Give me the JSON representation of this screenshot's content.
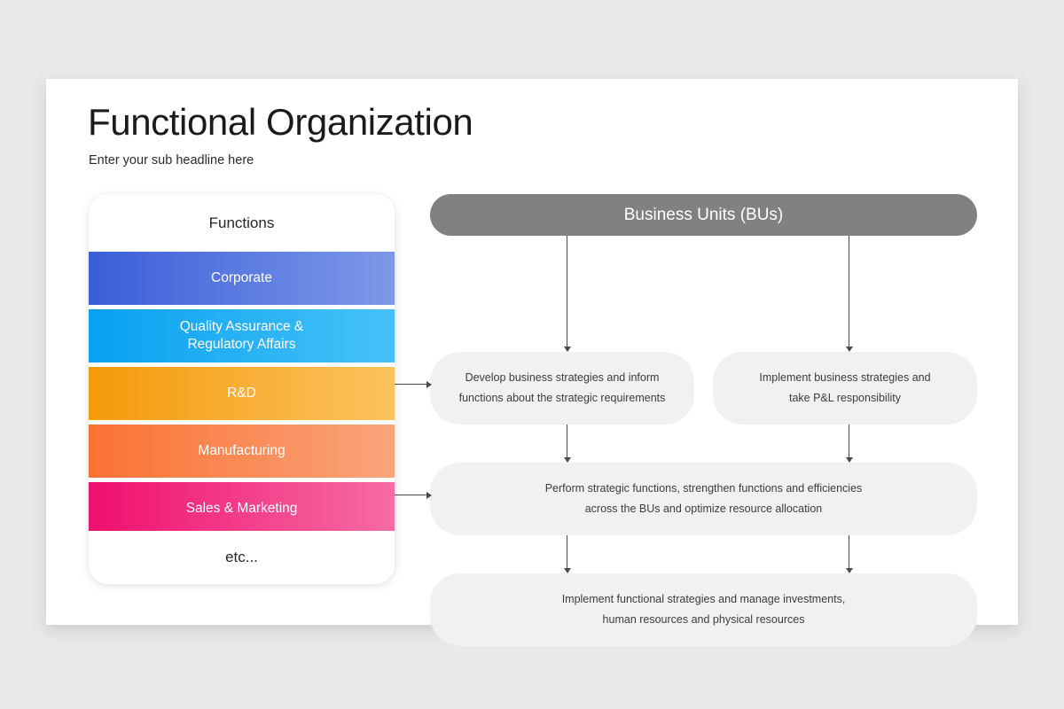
{
  "slide": {
    "title": "Functional Organization",
    "subtitle": "Enter your sub headline here"
  },
  "functions_panel": {
    "header": "Functions",
    "footer": "etc...",
    "items": [
      {
        "label": "Corporate",
        "color_from": "#3a5ed8",
        "color_to": "#7e98e9"
      },
      {
        "label": "Quality Assurance &\nRegulatory Affairs",
        "line1": "Quality Assurance &",
        "line2": "Regulatory Affairs",
        "color_from": "#07a1f0",
        "color_to": "#47c2f8"
      },
      {
        "label": "R&D",
        "color_from": "#f59a0b",
        "color_to": "#fbc35e"
      },
      {
        "label": "Manufacturing",
        "color_from": "#fa7233",
        "color_to": "#f9a47b"
      },
      {
        "label": "Sales & Marketing",
        "color_from": "#f00f6d",
        "color_to": "#f66ca5"
      }
    ]
  },
  "flow": {
    "header": "Business Units (BUs)",
    "header_color": "#818181",
    "box_color": "#f1f1f1",
    "boxes": {
      "left": {
        "line1": "Develop business strategies and inform",
        "line2": "functions about the strategic requirements"
      },
      "right": {
        "line1": "Implement business strategies and",
        "line2": "take P&L responsibility"
      },
      "wide1": {
        "line1": "Perform strategic functions, strengthen functions and efficiencies",
        "line2": "across the BUs and optimize resource allocation"
      },
      "wide2": {
        "line1": "Implement functional strategies and manage investments,",
        "line2": "human resources and physical resources"
      }
    }
  }
}
